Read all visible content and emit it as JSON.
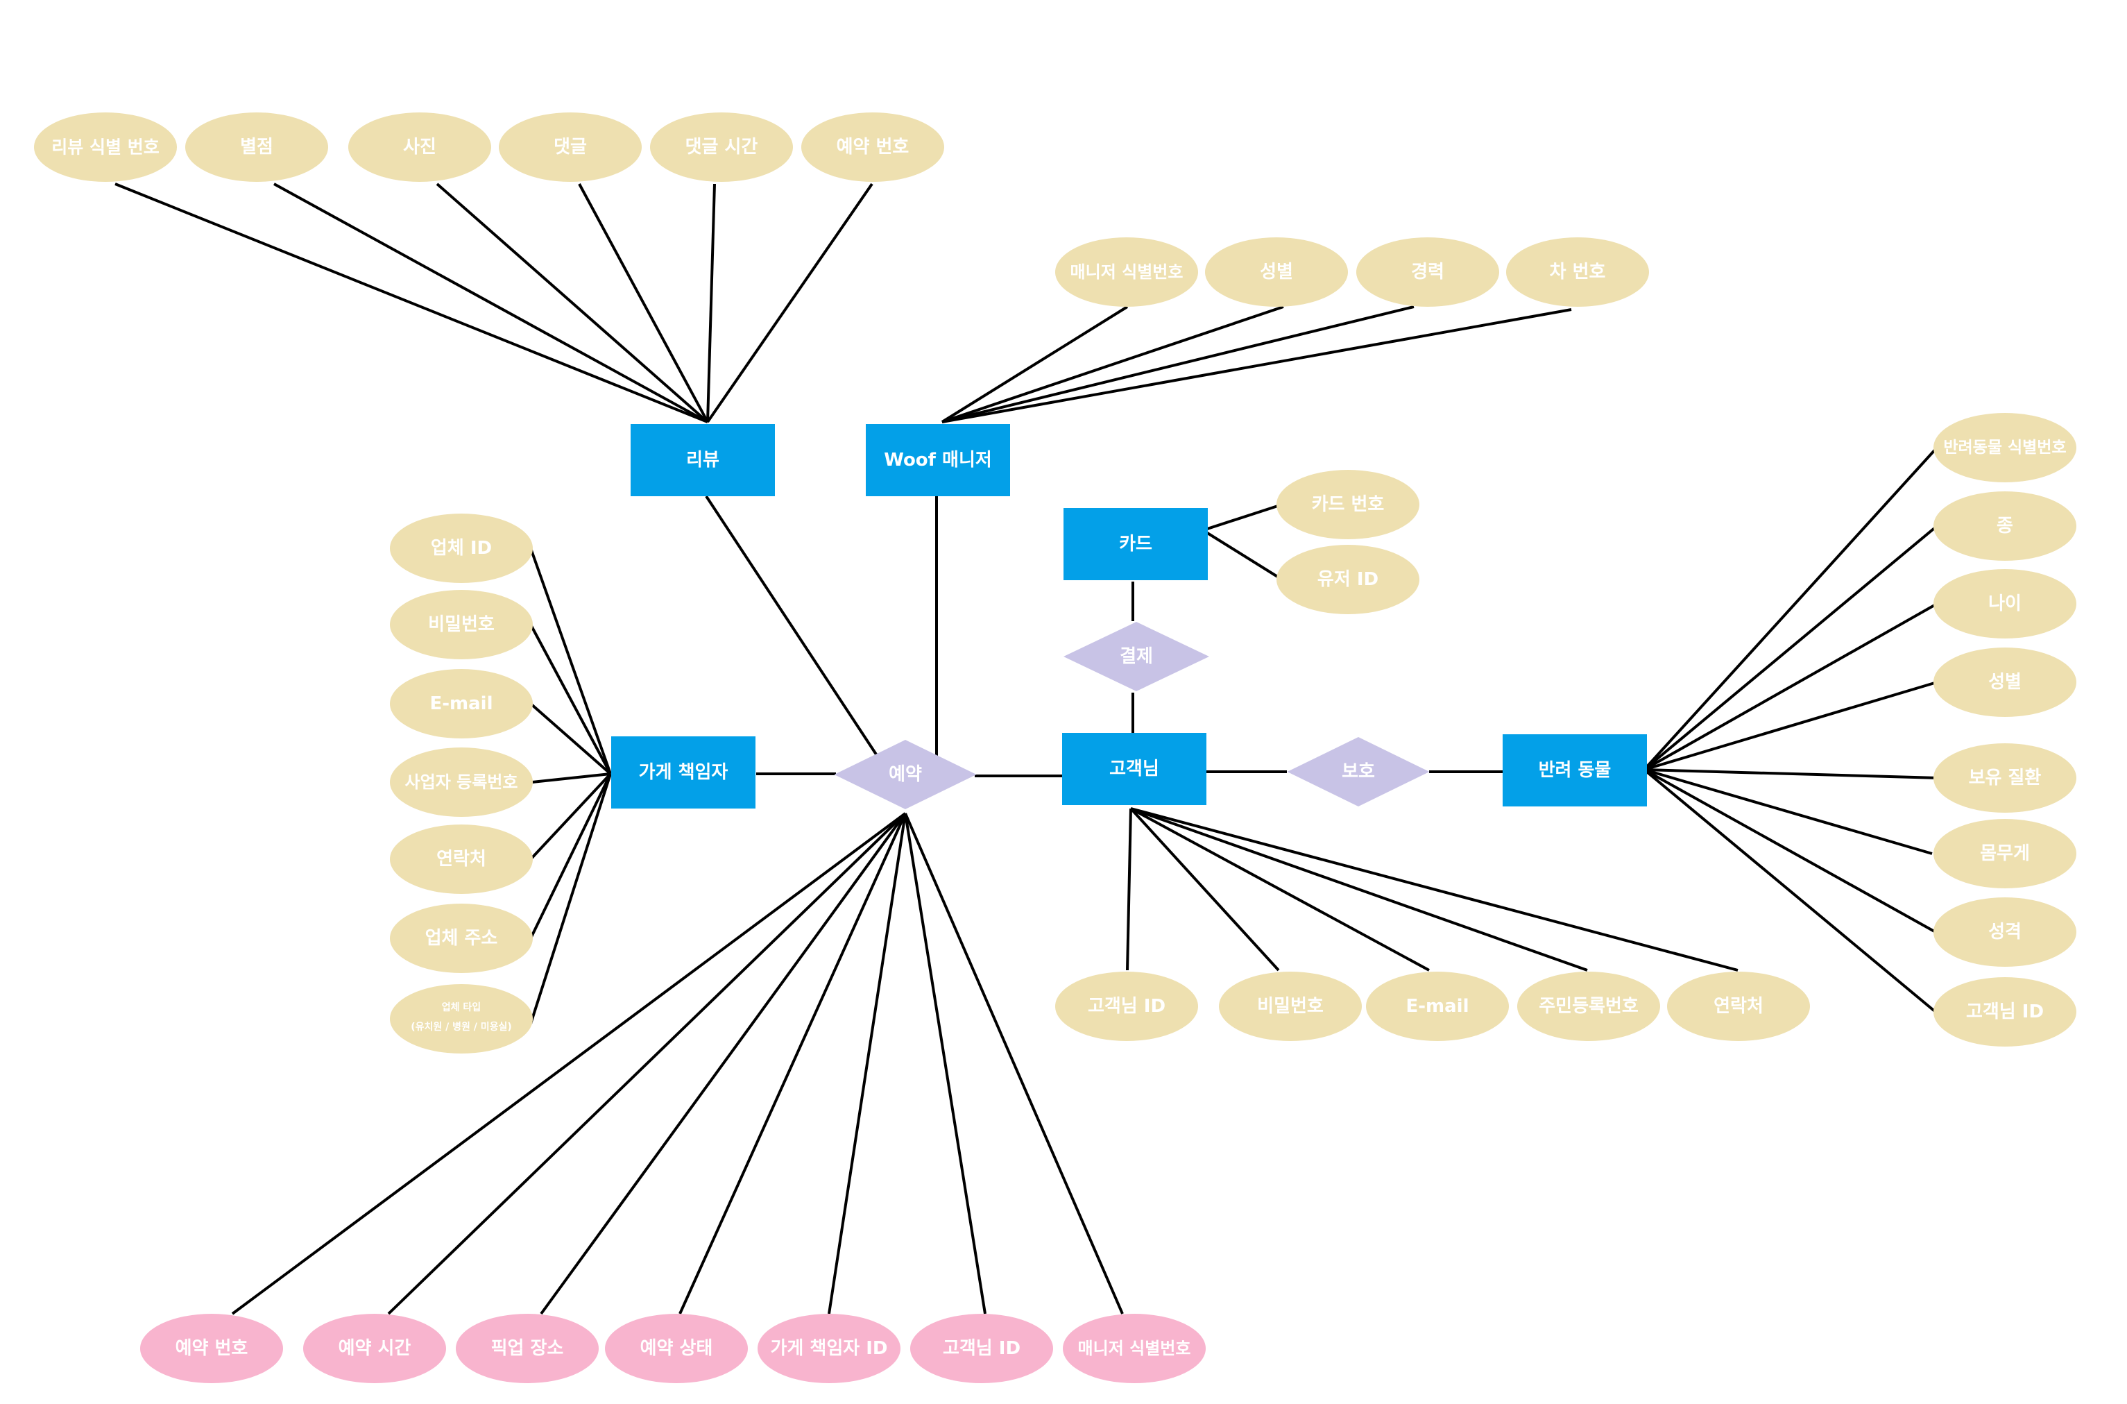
{
  "colors": {
    "entity": "#03A0E8",
    "relationship": "#C8C3E6",
    "attribute": "#EEE0B0",
    "reservation_attribute": "#F8B4CE",
    "text": "#FFFFFF",
    "line": "#000000"
  },
  "entities": {
    "review": "리뷰",
    "manager": "Woof 매니저",
    "card": "카드",
    "owner": "가게 책임자",
    "customer": "고객님",
    "pet": "반려 동물"
  },
  "relationships": {
    "payment": "결제",
    "reservation": "예약",
    "protect": "보호"
  },
  "attributes": {
    "review": [
      "리뷰 식별 번호",
      "별점",
      "사진",
      "댓글",
      "댓글 시간",
      "예약 번호"
    ],
    "manager": [
      "매니저 식별번호",
      "성별",
      "경력",
      "차 번호"
    ],
    "card": [
      "카드 번호",
      "유저 ID"
    ],
    "owner": [
      "업체 ID",
      "비밀번호",
      "E-mail",
      "사업자 등록번호",
      "연락처",
      "업체 주소"
    ],
    "owner_type": [
      "업체 타입",
      "(유치원 / 병원 / 미용실)"
    ],
    "customer": [
      "고객님 ID",
      "비밀번호",
      "E-mail",
      "주민등록번호",
      "연락처"
    ],
    "pet": [
      "반려동물 식별번호",
      "종",
      "나이",
      "성별",
      "보유 질환",
      "몸무게",
      "성격",
      "고객님 ID"
    ],
    "reservation": [
      "예약 번호",
      "예약 시간",
      "픽업 장소",
      "예약 상태",
      "가게 책임자 ID",
      "고객님 ID",
      "매니저 식별번호"
    ]
  }
}
